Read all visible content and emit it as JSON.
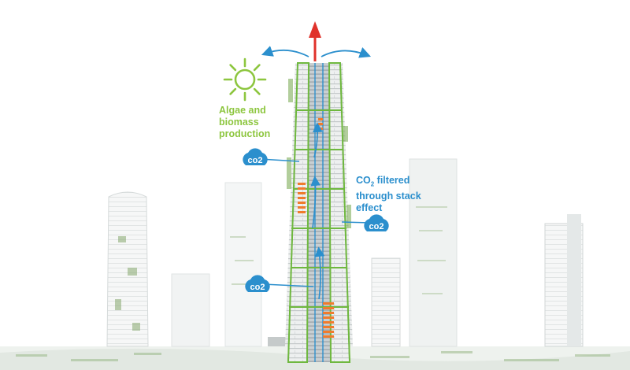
{
  "labels": {
    "algae": [
      "Algae and",
      "biomass",
      "production"
    ],
    "co2_prefix": "CO",
    "co2_subscript": "2",
    "co2_rest": " filtered",
    "co2_lines": [
      "through stack",
      "effect"
    ],
    "cloud_text": "co2"
  },
  "colors": {
    "green": "#8dc63f",
    "blue": "#2b8fcd",
    "red": "#e0322b",
    "orange": "#f07b2c",
    "building": "#d7dcdc"
  },
  "icons": [
    "sun-icon",
    "co2-cloud-icon",
    "red-up-arrow-icon",
    "blue-curved-arrow-icon"
  ]
}
